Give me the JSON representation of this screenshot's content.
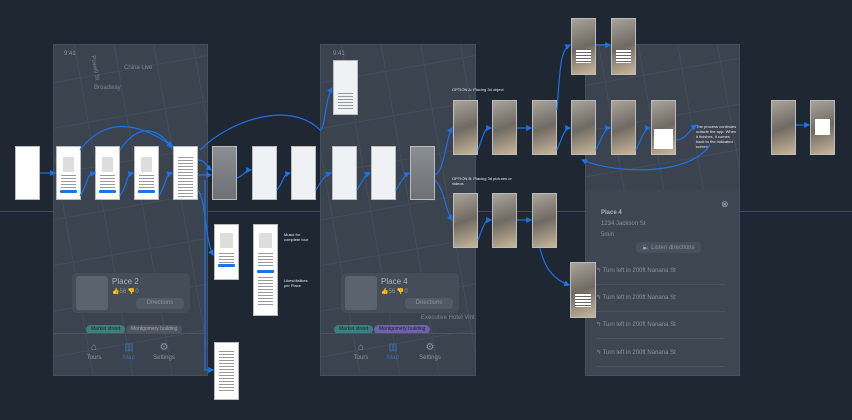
{
  "frames": {
    "map1": {
      "time": "9:41",
      "place": "Place 2",
      "likes": "56",
      "dislikes": "0",
      "directions": "Directions",
      "chips": [
        "Market street",
        "Montgomery building"
      ],
      "labels": [
        "China Live",
        "Broadway",
        "Powell St"
      ]
    },
    "map2": {
      "time": "9:41",
      "place": "Place 4",
      "likes": "56",
      "dislikes": "0",
      "directions": "Directions",
      "chips": [
        "Market street",
        "Montgomery building"
      ],
      "hotel": "Executive Hotel Vint"
    },
    "detail": {
      "place": "Place 4",
      "address": "1234 Jackson St",
      "duration": "5min",
      "listen": "Listen directions",
      "steps": [
        "Turn left in 200ft Nanana St",
        "Turn left in 200ft Nanana St",
        "Turn left in 200ft Nanana St",
        "Turn left in 200ft Nanana St"
      ]
    }
  },
  "nav": {
    "tours": "Tours",
    "map": "Map",
    "settings": "Settings"
  },
  "notes": {
    "option_a": "OPTION A: Placing 3d object",
    "option_b": "OPTION B: Placing 3d pictures or videos",
    "outside": "The process continues outside the app. When it finishes, it comes back to the indicated screen.",
    "music": "Music for complete tour",
    "likes": "Likes/dislikes per Place"
  },
  "colors": {
    "arrow": "#1a73e8",
    "flow_line": "#8b2b33",
    "background": "#1f2733"
  }
}
